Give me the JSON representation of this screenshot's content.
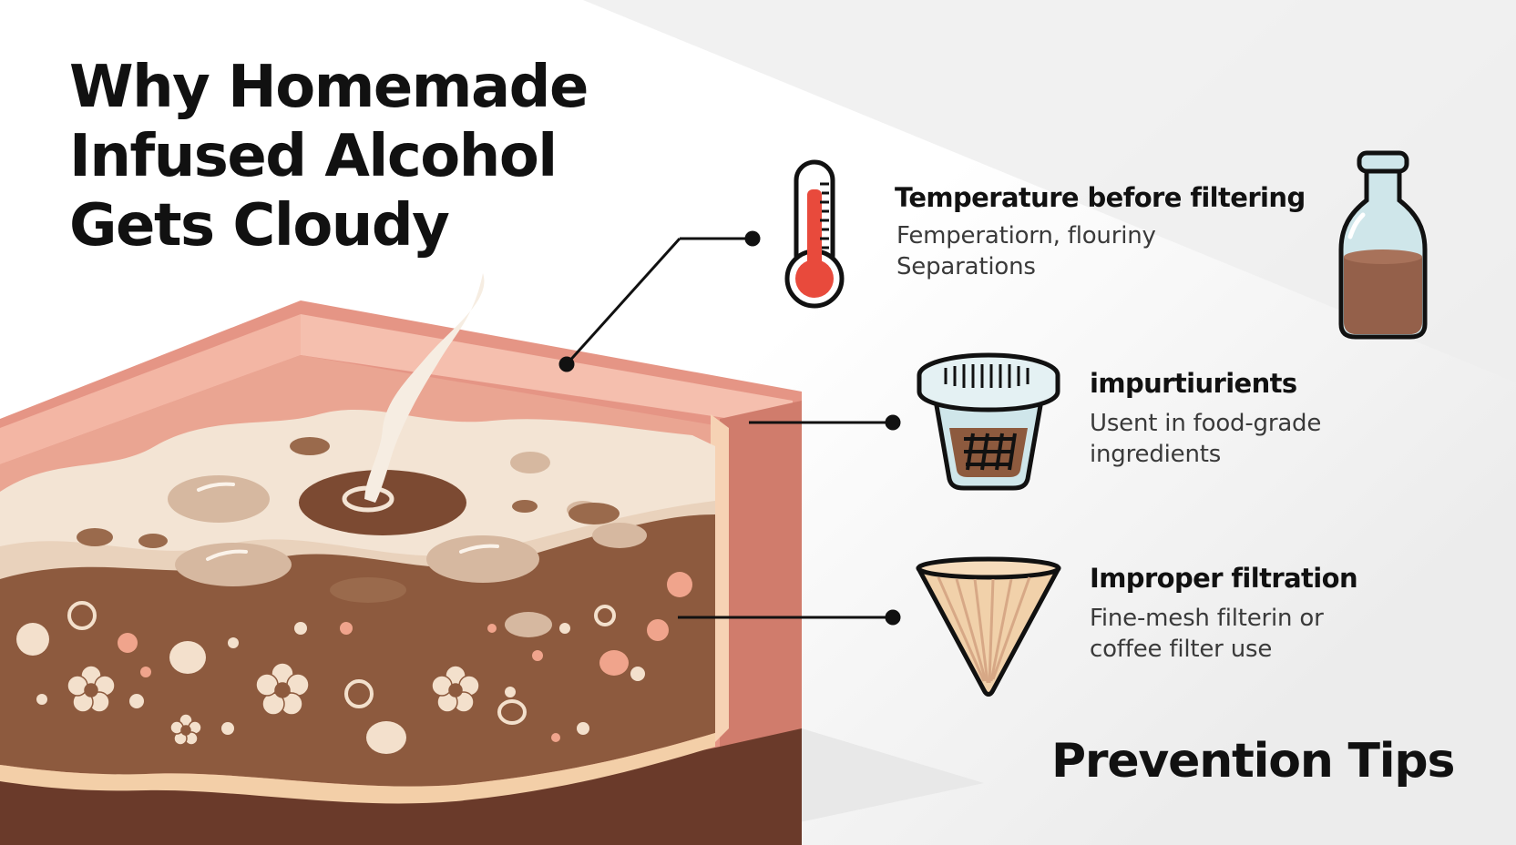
{
  "title_lines": [
    "Why Homemade",
    "Infused Alcohol",
    "Gets Cloudy"
  ],
  "items": [
    {
      "title": "Temperature before filtering",
      "desc_lines": [
        "Femperatiorn, flouriny",
        "Separations"
      ],
      "icon": "thermometer-icon"
    },
    {
      "title": "impurtiurients",
      "desc_lines": [
        "Usent in food-grade",
        "ingredients"
      ],
      "icon": "strainer-cup-icon"
    },
    {
      "title": "Improper filtration",
      "desc_lines": [
        "Fine-mesh filterin or",
        "coffee filter use"
      ],
      "icon": "coffee-filter-icon"
    }
  ],
  "decor_icons": [
    "bottle-icon"
  ],
  "footer_heading": "Prevention Tips",
  "colors": {
    "container_pink": "#eea591",
    "container_dark": "#6a3a2a",
    "sediment_brown": "#8d5a3e",
    "foam_cream": "#f3e4d4",
    "thermo_red": "#e84a3c",
    "text_dark": "#111111"
  }
}
